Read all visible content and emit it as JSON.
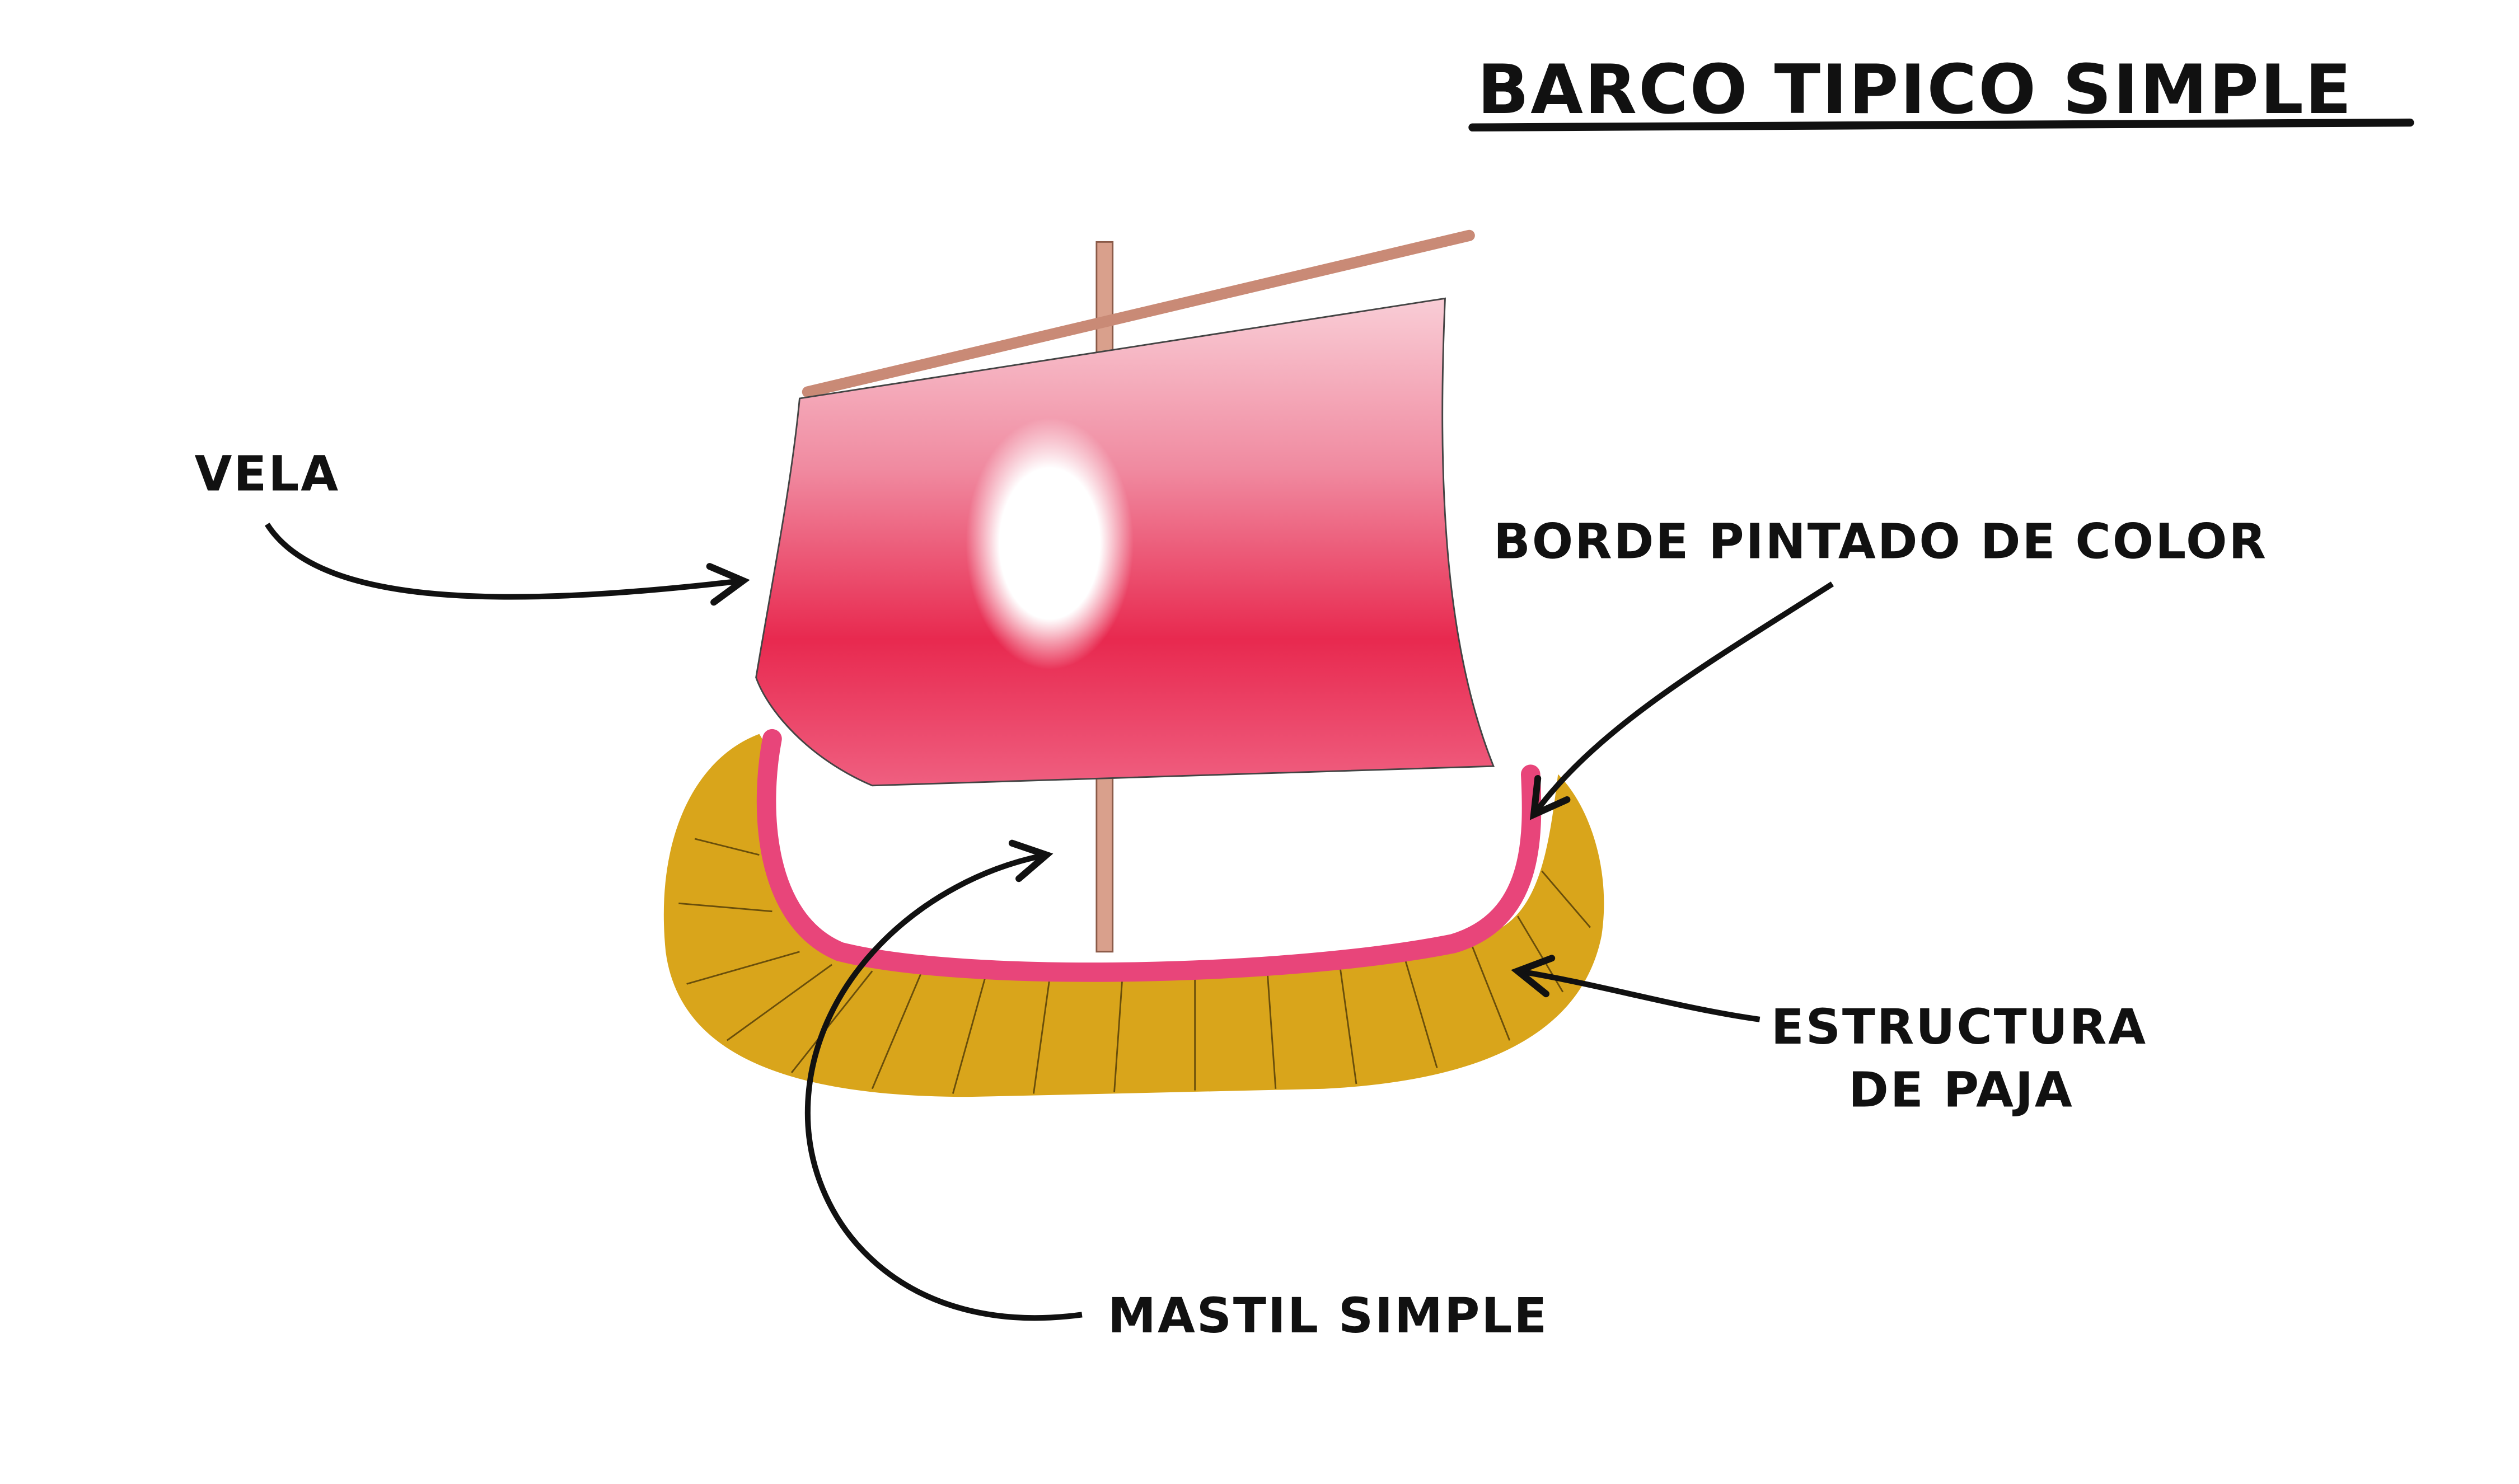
{
  "title": "BARCO TIPICO SIMPLE",
  "labels": {
    "sail": "VELA",
    "rim": "BORDE PINTADO DE COLOR",
    "hull_line1": "ESTRUCTURA",
    "hull_line2": "DE PAJA",
    "mast": "MASTIL SIMPLE"
  },
  "colors": {
    "sail_light": "#f6b6c4",
    "sail_dark": "#e8294f",
    "hull": "#d9a51b",
    "rim": "#e8457a",
    "mast": "#d9a08c"
  }
}
